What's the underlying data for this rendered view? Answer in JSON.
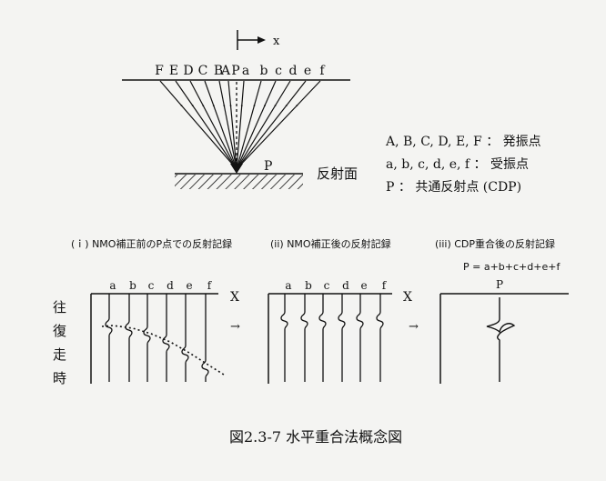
{
  "top": {
    "x_axis_label": "x",
    "sources": [
      "F",
      "E",
      "D",
      "C",
      "B",
      "A"
    ],
    "midpoint": "P",
    "receivers": [
      "a",
      "b",
      "c",
      "d",
      "e",
      "f"
    ],
    "reflection_point": "P",
    "reflector_label": "反射面"
  },
  "legend": {
    "line1": "A, B, C, D, E, F ： 発振点",
    "line2": "a, b, c, d, e, f ： 受振点",
    "line3": "P ： 共通反射点 (CDP)"
  },
  "panels": {
    "p1_title": "(ｉ) NMO補正前のP点での反射記録",
    "p2_title": "(ii) NMO補正後の反射記録",
    "p3_title": "(iii) CDP重合後の反射記録",
    "p3_formula": "P = a+b+c+d+e+f",
    "p3_trace": "P",
    "trace_labels": [
      "a",
      "b",
      "c",
      "d",
      "e",
      "f"
    ],
    "x_label": "X",
    "time_axis": [
      "往",
      "復",
      "走",
      "時"
    ]
  },
  "caption": "図2.3-7 水平重合法概念図"
}
